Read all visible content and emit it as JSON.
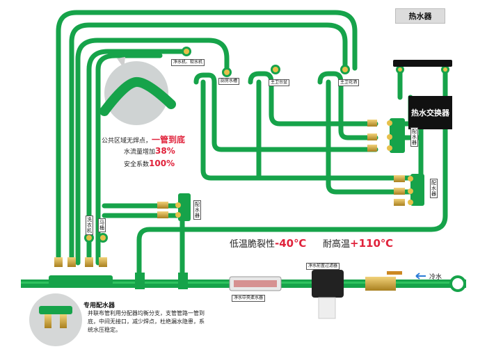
{
  "header": {
    "heater_label": "热水器"
  },
  "exchanger_label": "热水交换器",
  "labels": {
    "purifier_softener": "净水机、软水机",
    "kitchen_basin": "厨房水槽",
    "main_bath_basin": "主卫台盆",
    "main_bath_shower": "主卫花洒",
    "manifold_1": "配水器",
    "manifold_2": "配水器",
    "manifold_3": "配水器",
    "washing_machine": "洗衣机",
    "mop_pool": "马桶",
    "central_softener": "净水中央柔水器",
    "prefilter": "净水前置过滤器",
    "cold_water": "冷水"
  },
  "features": {
    "line1_text": "公共区域无焊点，",
    "line1_highlight": "一管到底",
    "line2_text": "水流量增加",
    "line2_highlight": "38%",
    "line3_text": "安全系数",
    "line3_highlight": "100%"
  },
  "stats": {
    "cold_text": "低温脆裂性",
    "cold_value": "-40℃",
    "heat_text": "耐高温",
    "heat_value": "+110℃"
  },
  "note": {
    "title": "专用配水器",
    "body": "并联布管利用分配器均衡分支，支管管路一管到底，中间无接口，减少焊点，杜绝漏水隐患，系统水压稳定。"
  },
  "colors": {
    "pipe": "#16a34a",
    "pipe_dark": "#0f7a35",
    "accent": "#e0223b",
    "brass": "#c8a13a"
  }
}
